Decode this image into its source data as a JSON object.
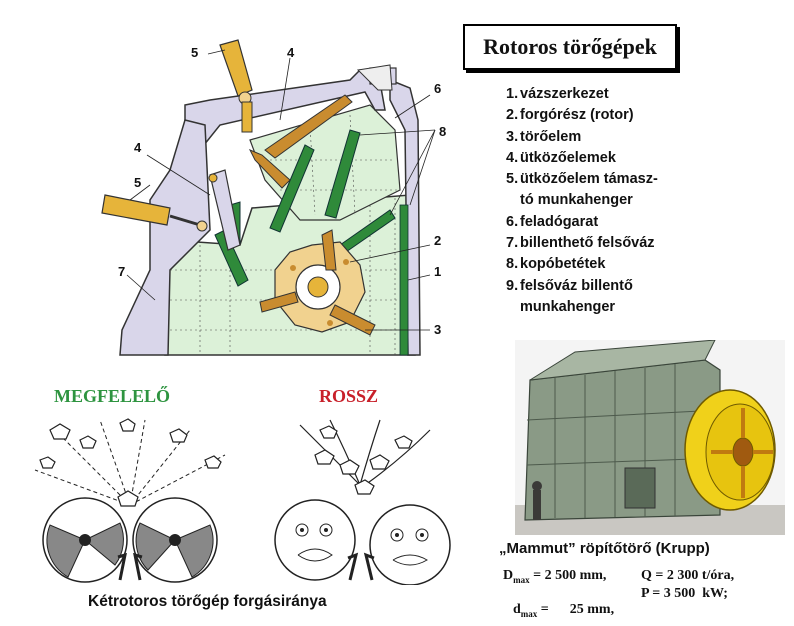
{
  "title": "Rotoros törőgépek",
  "legend": [
    {
      "num": "1.",
      "text": "vázszerkezet"
    },
    {
      "num": "2.",
      "text": "forgórész (rotor)"
    },
    {
      "num": "3.",
      "text": "törőelem"
    },
    {
      "num": "4.",
      "text": "ütközőelemek"
    },
    {
      "num": "5.",
      "text": "ütközőelem támasz-\ntó munkahenger"
    },
    {
      "num": "6.",
      "text": "feladógarat"
    },
    {
      "num": "7.",
      "text": "billenthető felsőváz"
    },
    {
      "num": "8.",
      "text": "kopóbetétek"
    },
    {
      "num": "9.",
      "text": "felsőváz billentő\nmunkahenger"
    }
  ],
  "diagram_labels": {
    "l5a": "5",
    "l4a": "4",
    "l6": "6",
    "l8": "8",
    "l4b": "4",
    "l5b": "5",
    "l2": "2",
    "l7": "7",
    "l1": "1",
    "l3": "3"
  },
  "good_label": "MEGFELELŐ",
  "bad_label": "ROSSZ",
  "caption_left": "Kétrotoros törőgép forgásiránya",
  "caption_right": "„Mammut” röpítőtörő (Krupp)",
  "specs": {
    "d1_sym": "D",
    "d1_sub": "max",
    "d1_val": " = 2 500 mm,",
    "q": "Q = 2 300 t/óra,",
    "d2_sym": "d",
    "d2_sub": "max",
    "d2_val": " =      25 mm,",
    "p": "P = 3 500  kW;"
  },
  "colors": {
    "frame": "#d9d6ea",
    "liner": "#d8f0d4",
    "green": "#2f8a3a",
    "rotor": "#f1d28f",
    "cylinder": "#e6b43a",
    "good": "#2e9440",
    "bad": "#c8202a"
  }
}
